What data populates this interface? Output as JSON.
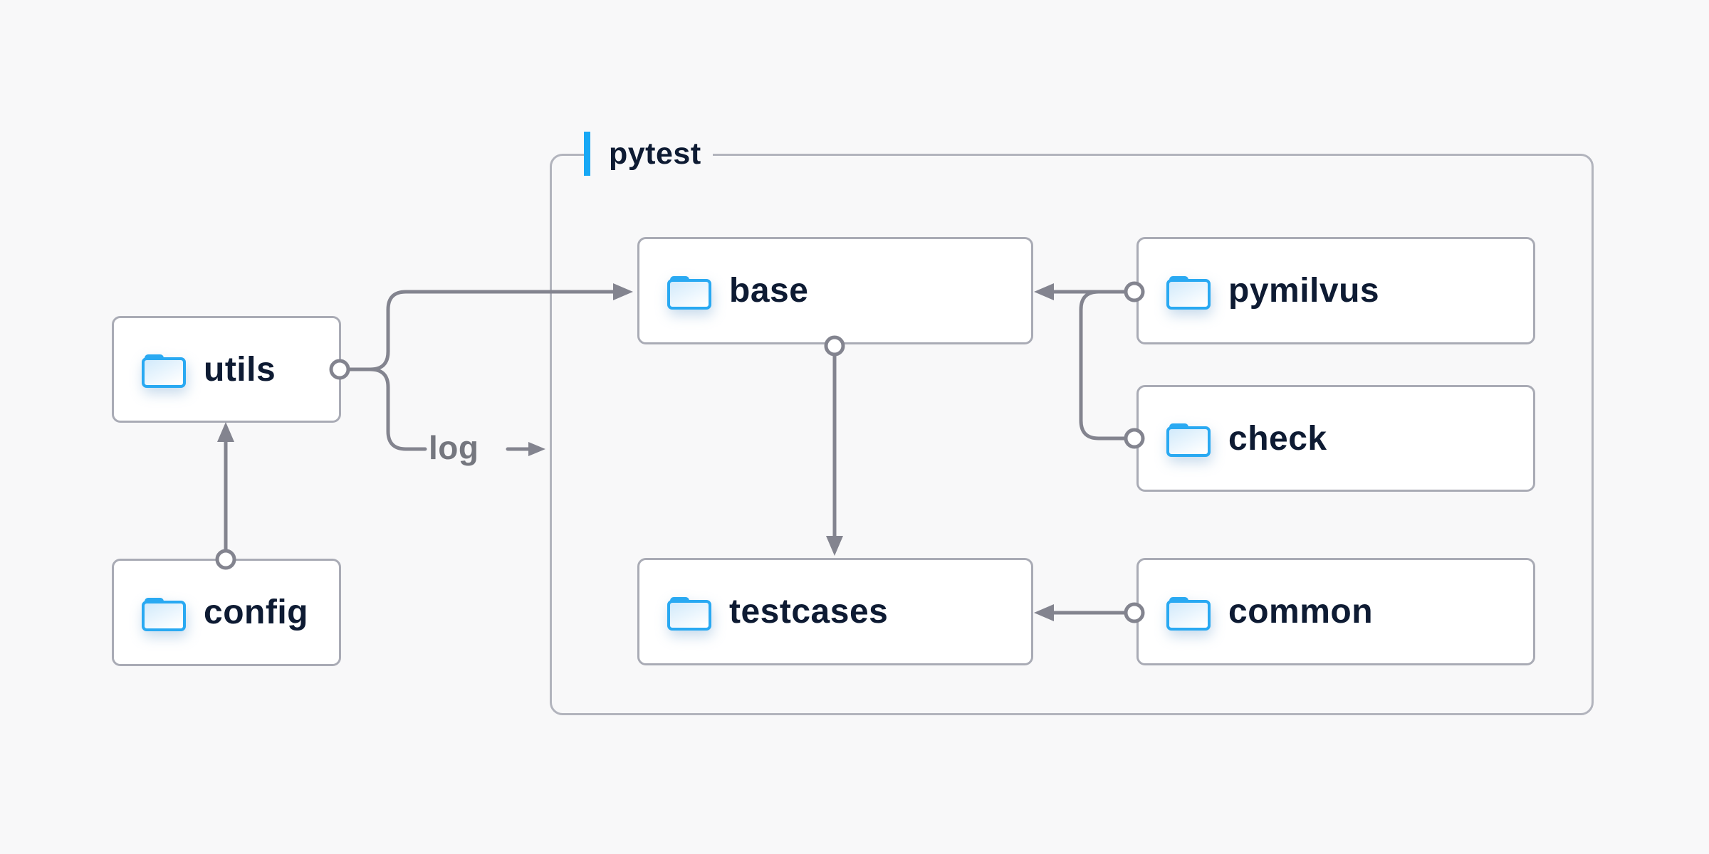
{
  "group": {
    "label": "pytest"
  },
  "nodes": {
    "utils": {
      "label": "utils",
      "icon": "folder-icon"
    },
    "config": {
      "label": "config",
      "icon": "folder-icon"
    },
    "base": {
      "label": "base",
      "icon": "folder-icon"
    },
    "pymilvus": {
      "label": "pymilvus",
      "icon": "folder-icon"
    },
    "check": {
      "label": "check",
      "icon": "folder-icon"
    },
    "testcases": {
      "label": "testcases",
      "icon": "folder-icon"
    },
    "common": {
      "label": "common",
      "icon": "folder-icon"
    }
  },
  "edge_labels": {
    "log": "log"
  },
  "edges": [
    {
      "from": "config",
      "to": "utils",
      "marker": "arrow"
    },
    {
      "from": "utils",
      "to": "base",
      "marker": "arrow"
    },
    {
      "from": "utils",
      "to": "pytest-group",
      "marker": "arrow",
      "label": "log"
    },
    {
      "from": "pymilvus",
      "to": "base",
      "marker": "arrow"
    },
    {
      "from": "check",
      "to": "base",
      "marker": "arrow",
      "via": "pymilvus-base-line"
    },
    {
      "from": "base",
      "to": "testcases",
      "marker": "arrow"
    },
    {
      "from": "common",
      "to": "testcases",
      "marker": "arrow"
    }
  ],
  "colors": {
    "background": "#f8f8f9",
    "node_fill": "#ffffff",
    "node_border": "#a9abb5",
    "group_border": "#b2b4bd",
    "wire": "#83848f",
    "text_dark": "#0e1b33",
    "edge_label_text": "#75777f",
    "accent_blue": "#17a8f5",
    "folder_blue": "#29a9f2"
  }
}
